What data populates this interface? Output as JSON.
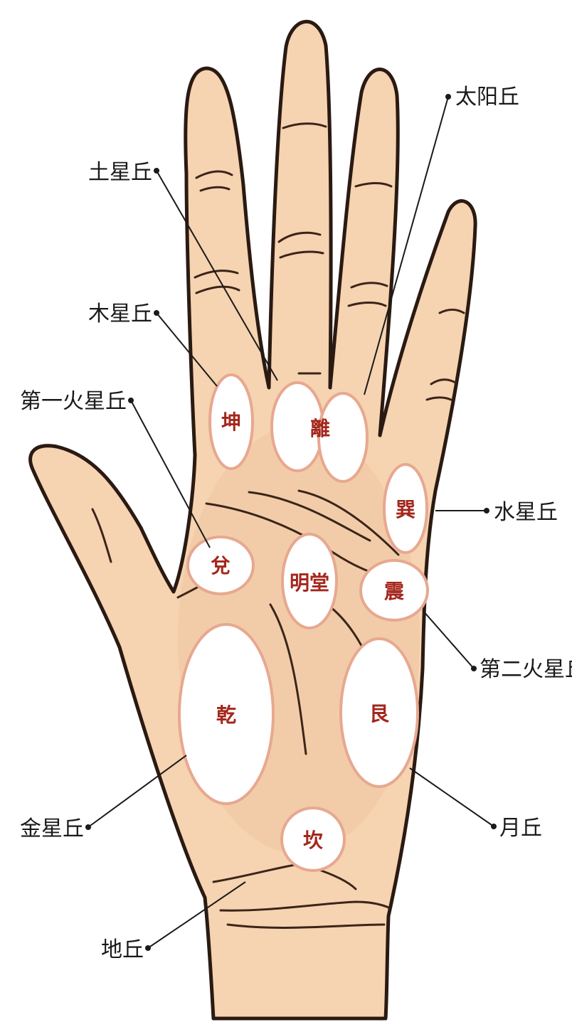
{
  "palette": {
    "skin": "#f6d3b1",
    "skin_shade": "#e9b691",
    "outline": "#2a1a12",
    "crease": "#3a2518",
    "mount_fill": "#ffffff",
    "mount_ring": "#e7a890",
    "mount_text": "#a4261c",
    "label_text": "#1a1a1a"
  },
  "mounts": {
    "kun": "坤",
    "li": "離",
    "xun": "巽",
    "dui": "兌",
    "mingtang": "明堂",
    "zhen": "震",
    "qian": "乾",
    "gen": "艮",
    "kan": "坎"
  },
  "labels": {
    "saturn": "土星丘",
    "sun": "太阳丘",
    "jupiter": "木星丘",
    "mars1": "第一火星丘",
    "mercury": "水星丘",
    "mars2": "第二火星丘",
    "venus": "金星丘",
    "moon": "月丘",
    "earth": "地丘"
  }
}
